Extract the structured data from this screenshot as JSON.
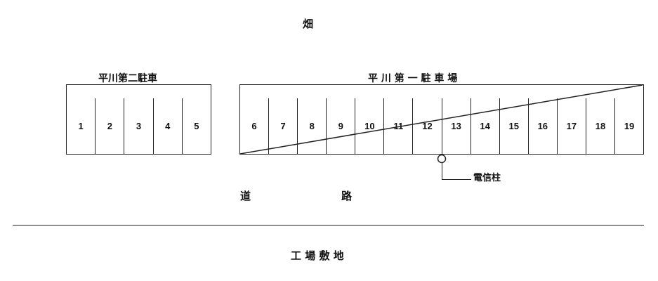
{
  "labels": {
    "field": "畑",
    "lot2_title": "平川第二駐車",
    "lot1_title": "平 川 第 一 駐 車 場",
    "road_left": "道",
    "road_right": "路",
    "pole": "電信柱",
    "factory": "工 場 敷 地"
  },
  "lot2": {
    "stalls": [
      "1",
      "2",
      "3",
      "4",
      "5"
    ]
  },
  "lot1": {
    "stalls": [
      "6",
      "7",
      "8",
      "9",
      "10",
      "11",
      "12",
      "13",
      "14",
      "15",
      "16",
      "17",
      "18",
      "19"
    ]
  }
}
